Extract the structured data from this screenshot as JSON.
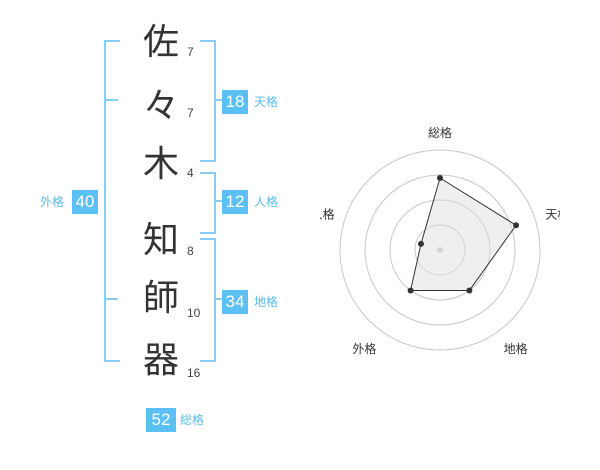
{
  "name_chars": [
    {
      "char": "佐",
      "strokes": "7"
    },
    {
      "char": "々",
      "strokes": "7"
    },
    {
      "char": "木",
      "strokes": "4"
    },
    {
      "char": "知",
      "strokes": "8"
    },
    {
      "char": "師",
      "strokes": "10"
    },
    {
      "char": "器",
      "strokes": "16"
    }
  ],
  "scores": {
    "tenkaku": {
      "value": "18",
      "label": "天格"
    },
    "jinkaku": {
      "value": "12",
      "label": "人格"
    },
    "chikaku": {
      "value": "34",
      "label": "地格"
    },
    "gaikaku": {
      "value": "40",
      "label": "外格"
    },
    "soukaku": {
      "value": "52",
      "label": "総格"
    }
  },
  "colors": {
    "accent": "#5cc0f5",
    "bracket": "#87cdf5",
    "label": "#5cbde8"
  },
  "chart_data": {
    "type": "radar",
    "axes": [
      "総格",
      "天格",
      "地格",
      "外格",
      "人格"
    ],
    "ring_count": 4,
    "values": [
      0.72,
      0.8,
      0.5,
      0.5,
      0.2
    ],
    "max": 1
  }
}
